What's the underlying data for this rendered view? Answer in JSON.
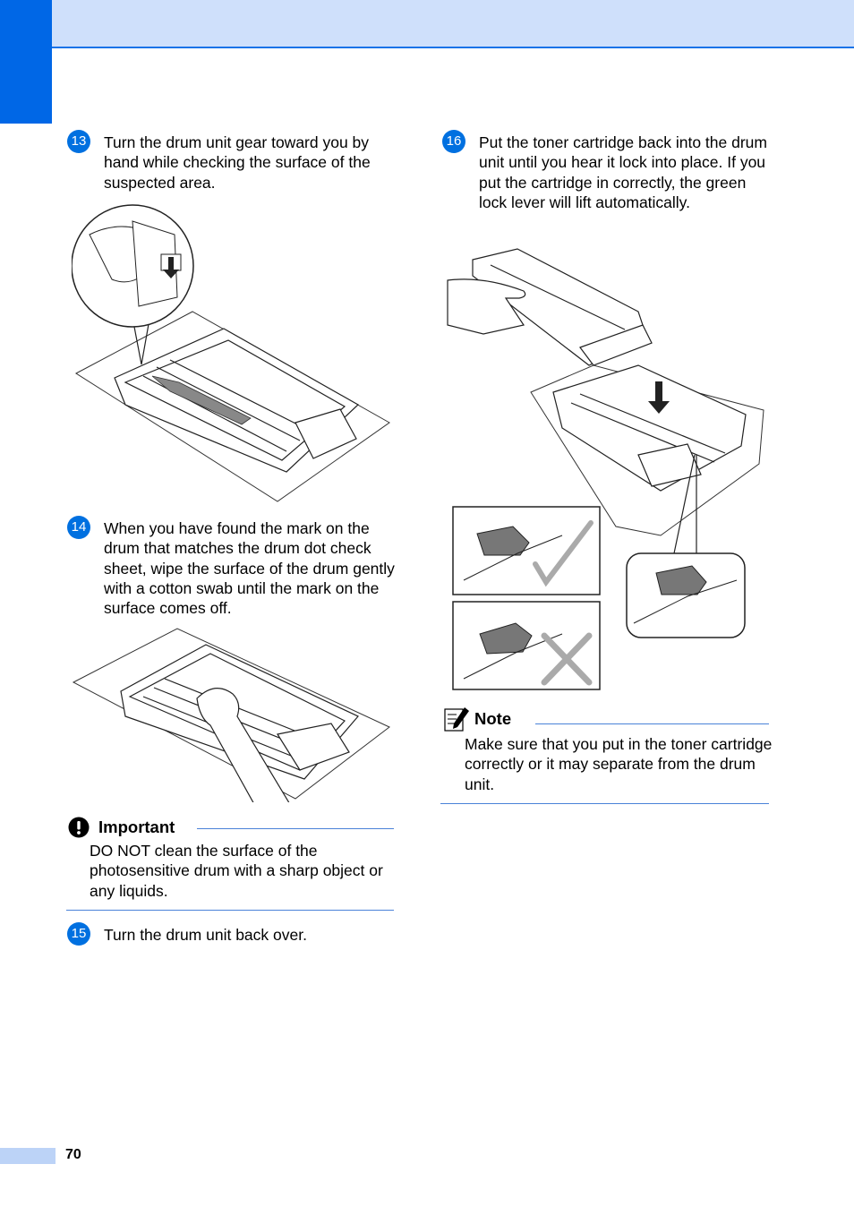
{
  "steps": {
    "s13": {
      "num": "13",
      "text": "Turn the drum unit gear toward you by hand while checking the surface of the suspected area."
    },
    "s14": {
      "num": "14",
      "text": "When you have found the mark on the drum that matches the drum dot check sheet, wipe the surface of the drum gently with a cotton swab until the mark on the surface comes off."
    },
    "s15": {
      "num": "15",
      "text": "Turn the drum unit back over."
    },
    "s16": {
      "num": "16",
      "text": "Put the toner cartridge back into the drum unit until you hear it lock into place. If you put the cartridge in correctly, the green lock lever will lift automatically."
    }
  },
  "important": {
    "title": "Important",
    "text": "DO NOT clean the surface of the photosensitive drum with a sharp object or any liquids."
  },
  "note": {
    "title": "Note",
    "text": "Make sure that you put in the toner cartridge correctly or it may separate from the drum unit."
  },
  "footer": {
    "page_number": "70"
  },
  "colors": {
    "accent": "#0067e6",
    "header_band": "#cfe0fb",
    "rule": "#4a82d8"
  }
}
